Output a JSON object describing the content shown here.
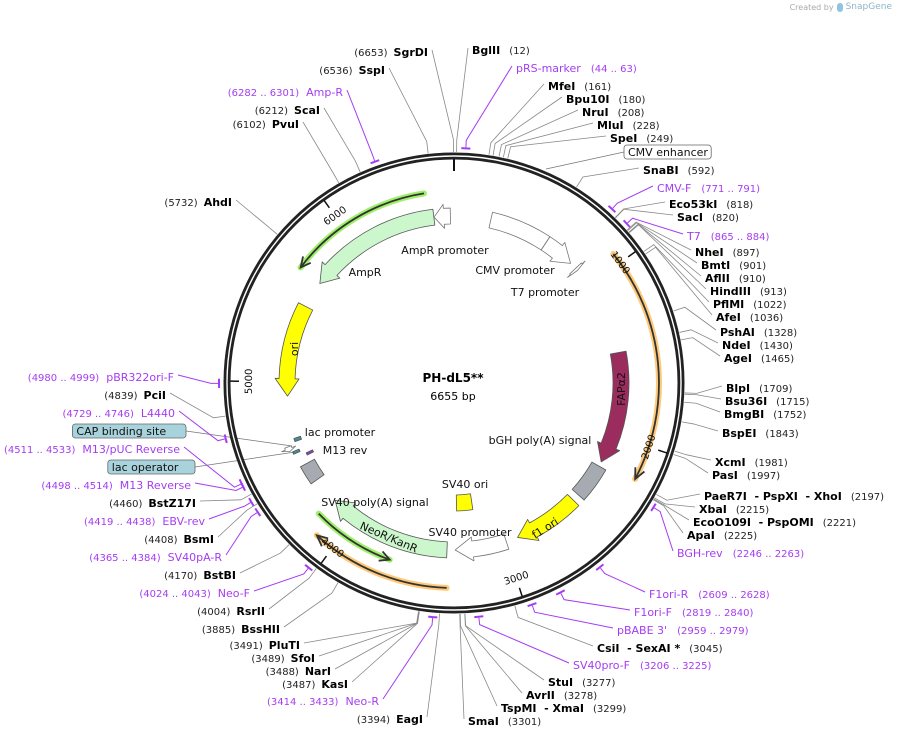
{
  "credit": {
    "prefix": "Created by",
    "brand": "SnapGene"
  },
  "plasmid": {
    "name": "PH-dL5**",
    "length_bp": 6655,
    "length_label": "6655 bp"
  },
  "ticks": [
    "1000",
    "2000",
    "3000",
    "4000",
    "5000",
    "6000"
  ],
  "colors": {
    "primer": "#a53cf2",
    "enzyme_line": "#888888",
    "ring": "#222222",
    "orf_green": "#9ef06a",
    "orf_orange": "#ffc97a",
    "label_box": "#a8d3dc"
  },
  "sites": [
    {
      "name": "BglII",
      "pos": "(12)",
      "position": 12
    },
    {
      "name": "MfeI",
      "pos": "(161)",
      "position": 161
    },
    {
      "name": "Bpu10I",
      "pos": "(180)",
      "position": 180
    },
    {
      "name": "NruI",
      "pos": "(208)",
      "position": 208
    },
    {
      "name": "MluI",
      "pos": "(228)",
      "position": 228
    },
    {
      "name": "SpeI",
      "pos": "(249)",
      "position": 249
    },
    {
      "name": "SnaBI",
      "pos": "(592)",
      "position": 592
    },
    {
      "name": "Eco53kI",
      "pos": "(818)",
      "position": 818
    },
    {
      "name": "SacI",
      "pos": "(820)",
      "position": 820
    },
    {
      "name": "NheI",
      "pos": "(897)",
      "position": 897
    },
    {
      "name": "BmtI",
      "pos": "(901)",
      "position": 901
    },
    {
      "name": "AflII",
      "pos": "(910)",
      "position": 910
    },
    {
      "name": "HindIII",
      "pos": "(913)",
      "position": 913
    },
    {
      "name": "PflMI",
      "pos": "(1022)",
      "position": 1022
    },
    {
      "name": "AfeI",
      "pos": "(1036)",
      "position": 1036
    },
    {
      "name": "PshAI",
      "pos": "(1328)",
      "position": 1328
    },
    {
      "name": "NdeI",
      "pos": "(1430)",
      "position": 1430
    },
    {
      "name": "AgeI",
      "pos": "(1465)",
      "position": 1465
    },
    {
      "name": "BlpI",
      "pos": "(1709)",
      "position": 1709
    },
    {
      "name": "Bsu36I",
      "pos": "(1715)",
      "position": 1715
    },
    {
      "name": "BmgBI",
      "pos": "(1752)",
      "position": 1752
    },
    {
      "name": "BspEI",
      "pos": "(1843)",
      "position": 1843
    },
    {
      "name": "XcmI",
      "pos": "(1981)",
      "position": 1981
    },
    {
      "name": "PasI",
      "pos": "(1997)",
      "position": 1997
    },
    {
      "name": "PaeR7I  - PspXI  - XhoI",
      "pos": "(2197)",
      "position": 2197
    },
    {
      "name": "XbaI",
      "pos": "(2215)",
      "position": 2215
    },
    {
      "name": "EcoO109I  - PspOMI",
      "pos": "(2221)",
      "position": 2221
    },
    {
      "name": "ApaI",
      "pos": "(2225)",
      "position": 2225
    },
    {
      "name": "CsiI  - SexAI *",
      "pos": "(3045)",
      "position": 3045
    },
    {
      "name": "StuI",
      "pos": "(3277)",
      "position": 3277
    },
    {
      "name": "AvrII",
      "pos": "(3278)",
      "position": 3278
    },
    {
      "name": "TspMI  - XmaI",
      "pos": "(3299)",
      "position": 3299
    },
    {
      "name": "SmaI",
      "pos": "(3301)",
      "position": 3301
    },
    {
      "name": "EagI",
      "pos": "(3394)",
      "position": 3394
    },
    {
      "name": "KasI",
      "pos": "(3487)",
      "position": 3487
    },
    {
      "name": "NarI",
      "pos": "(3488)",
      "position": 3488
    },
    {
      "name": "SfoI",
      "pos": "(3489)",
      "position": 3489
    },
    {
      "name": "PluTI",
      "pos": "(3491)",
      "position": 3491
    },
    {
      "name": "BssHII",
      "pos": "(3885)",
      "position": 3885
    },
    {
      "name": "RsrII",
      "pos": "(4004)",
      "position": 4004
    },
    {
      "name": "BstBI",
      "pos": "(4170)",
      "position": 4170
    },
    {
      "name": "BsmI",
      "pos": "(4408)",
      "position": 4408
    },
    {
      "name": "BstZ17I",
      "pos": "(4460)",
      "position": 4460
    },
    {
      "name": "PciI",
      "pos": "(4839)",
      "position": 4839
    },
    {
      "name": "AhdI",
      "pos": "(5732)",
      "position": 5732
    },
    {
      "name": "PvuI",
      "pos": "(6102)",
      "position": 6102
    },
    {
      "name": "ScaI",
      "pos": "(6212)",
      "position": 6212
    },
    {
      "name": "SspI",
      "pos": "(6536)",
      "position": 6536
    },
    {
      "name": "SgrDI",
      "pos": "(6653)",
      "position": 6653
    }
  ],
  "primers": [
    {
      "name": "pRS-marker",
      "range": "(44 .. 63)",
      "start": 44,
      "end": 63
    },
    {
      "name": "CMV-F",
      "range": "(771 .. 791)",
      "start": 771,
      "end": 791
    },
    {
      "name": "T7",
      "range": "(865 .. 884)",
      "start": 865,
      "end": 884
    },
    {
      "name": "BGH-rev",
      "range": "(2246 .. 2263)",
      "start": 2246,
      "end": 2263
    },
    {
      "name": "F1ori-R",
      "range": "(2609 .. 2628)",
      "start": 2609,
      "end": 2628
    },
    {
      "name": "F1ori-F",
      "range": "(2819 .. 2840)",
      "start": 2819,
      "end": 2840
    },
    {
      "name": "pBABE 3'",
      "range": "(2959 .. 2979)",
      "start": 2959,
      "end": 2979
    },
    {
      "name": "SV40pro-F",
      "range": "(3206 .. 3225)",
      "start": 3206,
      "end": 3225
    },
    {
      "name": "Neo-R",
      "range": "(3414 .. 3433)",
      "start": 3414,
      "end": 3433
    },
    {
      "name": "Neo-F",
      "range": "(4024 .. 4043)",
      "start": 4024,
      "end": 4043
    },
    {
      "name": "SV40pA-R",
      "range": "(4365 .. 4384)",
      "start": 4365,
      "end": 4384
    },
    {
      "name": "EBV-rev",
      "range": "(4419 .. 4438)",
      "start": 4419,
      "end": 4438
    },
    {
      "name": "M13 Reverse",
      "range": "(4498 .. 4514)",
      "start": 4498,
      "end": 4514
    },
    {
      "name": "M13/pUC Reverse",
      "range": "(4511 .. 4533)",
      "start": 4511,
      "end": 4533
    },
    {
      "name": "L4440",
      "range": "(4729 .. 4746)",
      "start": 4729,
      "end": 4746
    },
    {
      "name": "pBR322ori-F",
      "range": "(4980 .. 4999)",
      "start": 4980,
      "end": 4999
    },
    {
      "name": "Amp-R",
      "range": "(6282 .. 6301)",
      "start": 6282,
      "end": 6301
    }
  ],
  "features": [
    {
      "name": "CMV enhancer",
      "start": 235,
      "end": 614,
      "direction": 0,
      "color": "#ffffff"
    },
    {
      "name": "CMV promoter",
      "start": 615,
      "end": 818,
      "direction": 1,
      "color": "#ffffff"
    },
    {
      "name": "T7 promoter",
      "start": 863,
      "end": 881,
      "direction": 1,
      "color": "#ffffff"
    },
    {
      "name": "FAPα2",
      "start": 1470,
      "end": 2185,
      "direction": 1,
      "color": "#9b2c5e"
    },
    {
      "name": "bGH poly(A) signal",
      "start": 2215,
      "end": 2440,
      "direction": 0,
      "color": "#a6abb2"
    },
    {
      "name": "f1 ori",
      "start": 2486,
      "end": 2914,
      "direction": 1,
      "color": "#ffff00"
    },
    {
      "name": "SV40 promoter",
      "start": 2990,
      "end": 3320,
      "direction": 1,
      "color": "#ffffff"
    },
    {
      "name": "SV40 ori",
      "start": 3171,
      "end": 3306,
      "direction": 0,
      "color": "#ffff00"
    },
    {
      "name": "NeoR/KanR",
      "start": 3372,
      "end": 4166,
      "direction": 1,
      "color": "#ccf7cc"
    },
    {
      "name": "SV40 poly(A) signal",
      "start": 4340,
      "end": 4462,
      "direction": 0,
      "color": "#a6abb2"
    },
    {
      "name": "M13 rev",
      "start": 4508,
      "end": 4524,
      "direction": 0,
      "color": "#8a3fc8"
    },
    {
      "name": "lac operator",
      "start": 4548,
      "end": 4564,
      "direction": 0,
      "color": "#3f8f9e"
    },
    {
      "name": "lac promoter",
      "start": 4572,
      "end": 4602,
      "direction": -1,
      "color": "#ffffff"
    },
    {
      "name": "CAP binding site",
      "start": 4617,
      "end": 4638,
      "direction": 0,
      "color": "#3f8f9e"
    },
    {
      "name": "ori",
      "start": 4908,
      "end": 5496,
      "direction": -1,
      "color": "#ffff00"
    },
    {
      "name": "AmpR",
      "start": 5667,
      "end": 6527,
      "direction": -1,
      "color": "#ccf7cc"
    },
    {
      "name": "AmpR promoter",
      "start": 6528,
      "end": 6632,
      "direction": -1,
      "color": "#ffffff"
    }
  ],
  "orfs": [
    {
      "start": 5675,
      "end": 6489,
      "direction": -1,
      "color": "green"
    },
    {
      "start": 943,
      "end": 2180,
      "direction": 1,
      "color": "orange"
    },
    {
      "start": 3697,
      "end": 4178,
      "direction": -1,
      "color": "green"
    },
    {
      "start": 3365,
      "end": 4104,
      "direction": 1,
      "color": "orange"
    }
  ]
}
